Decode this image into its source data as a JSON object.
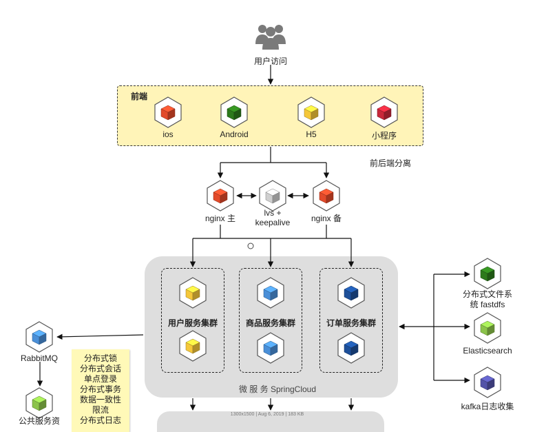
{
  "user": {
    "label": "用户访问"
  },
  "frontend": {
    "title": "前端",
    "items": [
      {
        "label": "ios",
        "color": "#e24a2a"
      },
      {
        "label": "Android",
        "color": "#2d7a1c"
      },
      {
        "label": "H5",
        "color": "#f5c73a"
      },
      {
        "label": "小程序",
        "color": "#c8283a"
      }
    ]
  },
  "separation_label": "前后端分离",
  "nginx": {
    "main_label": "nginx 主",
    "lvs_label_1": "lvs +",
    "lvs_label_2": "keepalive",
    "backup_label": "nginx 备",
    "red": "#e24a2a",
    "gray": "#cfcfcf"
  },
  "microservices": {
    "label": "微 服 务  SpringCloud",
    "clusters": [
      {
        "label": "用户服务集群",
        "color": "#f5c73a"
      },
      {
        "label": "商品服务集群",
        "color": "#4a8fd8"
      },
      {
        "label": "订单服务集群",
        "color": "#1d4f99"
      }
    ]
  },
  "rabbitmq": {
    "label": "RabbitMQ",
    "color": "#4a8fd8"
  },
  "public_service": {
    "label": "公共服务资",
    "color": "#8bc34a"
  },
  "note": {
    "lines": [
      "分布式锁",
      "分布式会话",
      "单点登录",
      "分布式事务",
      "数据一致性",
      "限流",
      "分布式日志"
    ]
  },
  "right": {
    "fastdfs_1": "分布式文件系",
    "fastdfs_2": "统 fastdfs",
    "fastdfs_color": "#2d7a1c",
    "elastic_label": "Elasticsearch",
    "elastic_color": "#8bc34a",
    "kafka_label": "kafka日志收集",
    "kafka_color": "#5353a8"
  },
  "image_meta": "1300x1500 | Aug 6, 2019 | 183 KB"
}
